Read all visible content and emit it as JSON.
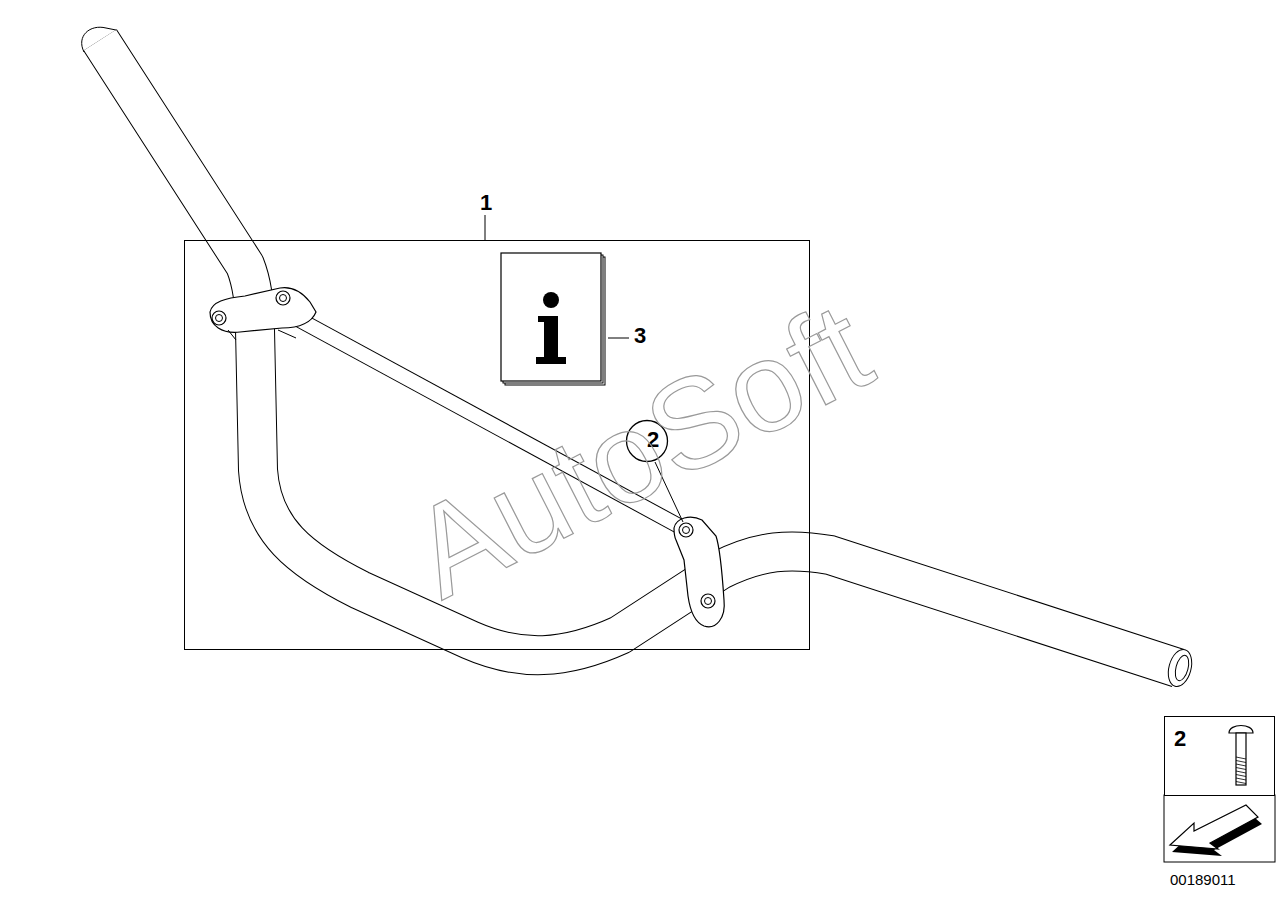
{
  "diagram": {
    "nodes": [
      {
        "text": [
          "1"
        ]
      },
      {
        "text": [
          "2"
        ],
        "in": 0
      },
      {
        "text": [
          "2"
        ]
      }
    ],
    "labels": [
      "3",
      "AutoSoft",
      "00189011"
    ]
  }
}
